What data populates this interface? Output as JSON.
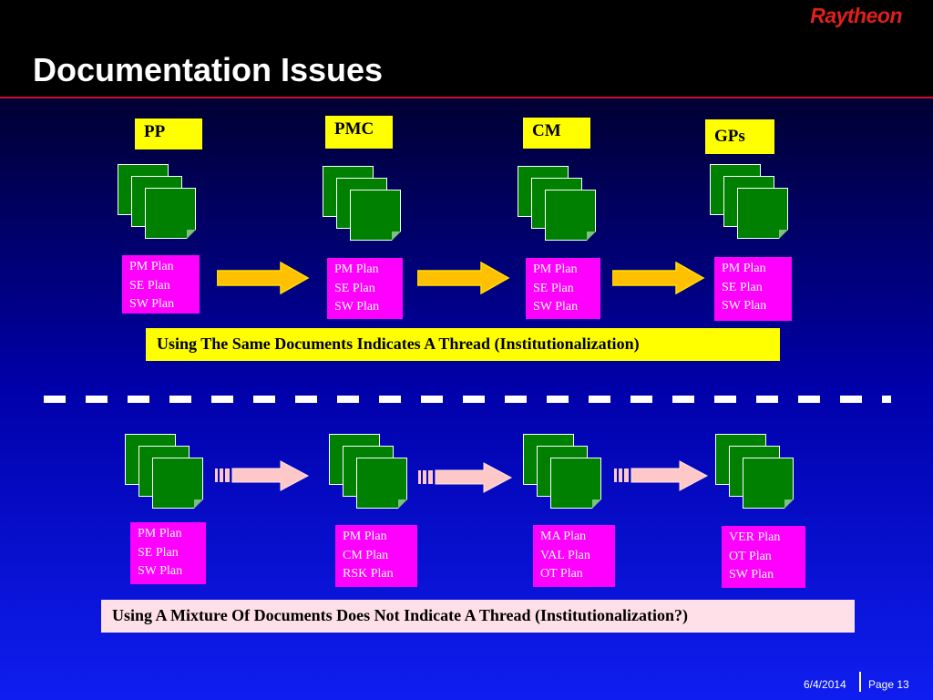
{
  "header": {
    "logo": "Raytheon",
    "title": "Documentation Issues"
  },
  "top_row": {
    "labels": [
      "PP",
      "PMC",
      "CM",
      "GPs"
    ],
    "plans": [
      [
        "PM Plan",
        "SE Plan",
        "SW Plan"
      ],
      [
        "PM Plan",
        "SE Plan",
        "SW Plan"
      ],
      [
        "PM Plan",
        "SE Plan",
        "SW Plan"
      ],
      [
        "PM Plan",
        "SE Plan",
        "SW Plan"
      ]
    ],
    "banner": "Using The Same Documents Indicates A Thread (Institutionalization)"
  },
  "bottom_row": {
    "plans": [
      [
        "PM Plan",
        "SE Plan",
        "SW Plan"
      ],
      [
        "PM Plan",
        "CM Plan",
        "RSK Plan"
      ],
      [
        "MA Plan",
        "VAL Plan",
        "OT Plan"
      ],
      [
        "VER Plan",
        "OT Plan",
        "SW Plan"
      ]
    ],
    "banner": "Using A Mixture Of Documents Does Not Indicate A Thread (Institutionalization?)"
  },
  "footer": {
    "date": "6/4/2014",
    "page": "Page 13"
  },
  "colors": {
    "label_bg": "#ffff00",
    "plan_bg": "#ff00ff",
    "doc_green": "#008000",
    "top_banner_bg": "#ffff00",
    "bottom_banner_bg": "#ffe0e8",
    "top_arrow": "#ffc000",
    "bottom_arrow": "#ffc8c8",
    "logo_red": "#e0201a"
  }
}
